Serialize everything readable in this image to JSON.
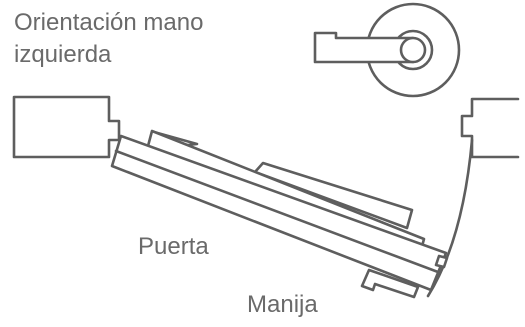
{
  "labels": {
    "title_line1": "Orientación mano",
    "title_line2": "izquierda",
    "door": "Puerta",
    "handle": "Manija"
  },
  "icons": [
    "lever-handle-icon",
    "door-frame-left",
    "door-frame-right",
    "door-leaf",
    "door-swing-arc"
  ],
  "colors": {
    "line": "#5e5e5e",
    "text": "#6a6a6a",
    "background": "#ffffff"
  }
}
